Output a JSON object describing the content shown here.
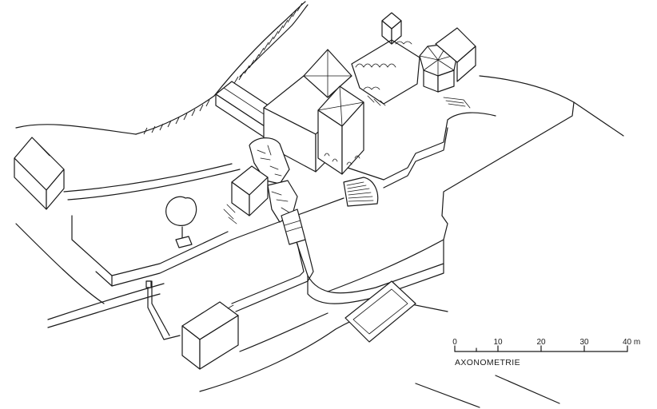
{
  "scale_bar": {
    "labels": [
      "0",
      "10",
      "20",
      "30",
      "40 m"
    ],
    "values": [
      0,
      10,
      20,
      30,
      40
    ]
  },
  "caption": "AXONOMETRIE"
}
